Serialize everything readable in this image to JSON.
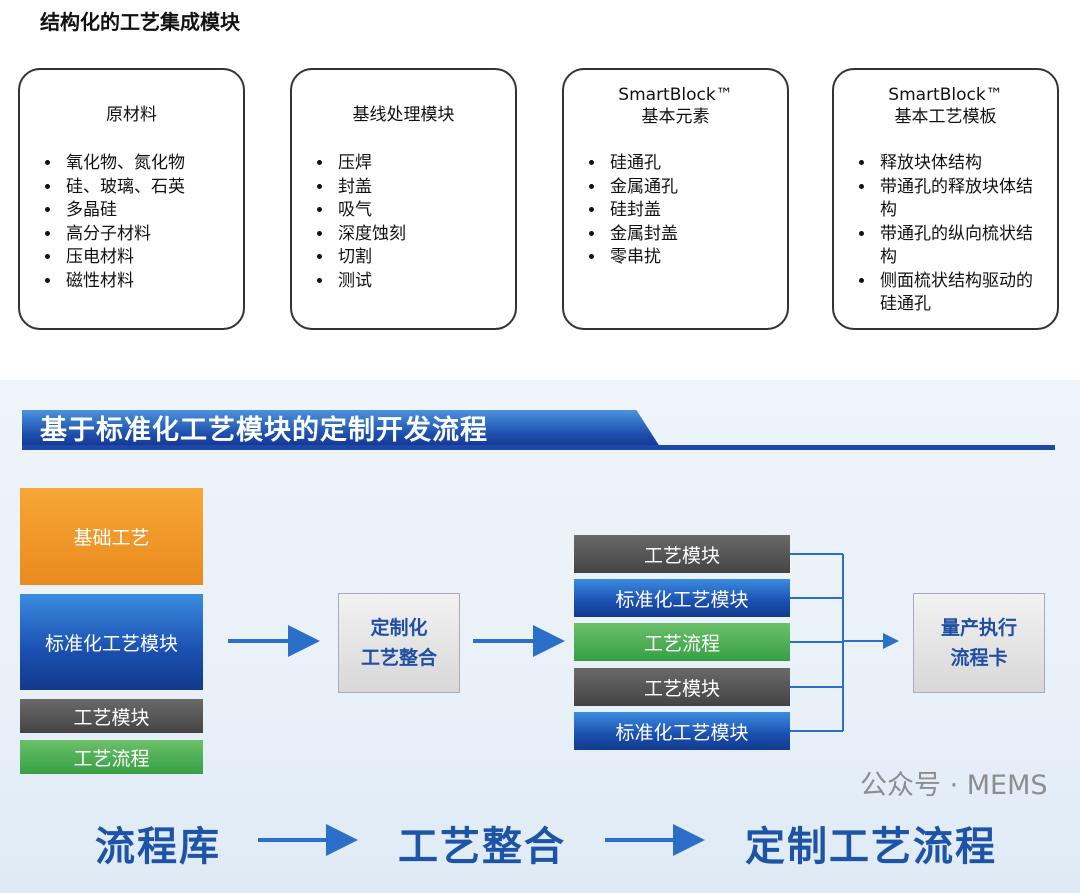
{
  "title": "结构化的工艺集成模块",
  "cards": [
    {
      "heading": [
        "原材料"
      ],
      "items": [
        "氧化物、氮化物",
        "硅、玻璃、石英",
        "多晶硅",
        "高分子材料",
        "压电材料",
        "磁性材料"
      ]
    },
    {
      "heading": [
        "基线处理模块"
      ],
      "items": [
        "压焊",
        "封盖",
        "吸气",
        "深度蚀刻",
        "切割",
        "测试"
      ]
    },
    {
      "heading": [
        "SmartBlock™",
        "基本元素"
      ],
      "items": [
        "硅通孔",
        "金属通孔",
        "硅封盖",
        "金属封盖",
        "零串扰"
      ]
    },
    {
      "heading": [
        "SmartBlock™",
        "基本工艺模板"
      ],
      "items": [
        "释放块体结构",
        "带通孔的释放块体结构",
        "带通孔的纵向梳状结构",
        "侧面梳状结构驱动的硅通孔"
      ]
    }
  ],
  "banner": "基于标准化工艺模块的定制开发流程",
  "left_stack": [
    "基础工艺",
    "标准化工艺模块",
    "工艺模块",
    "工艺流程"
  ],
  "middle_box": [
    "定制化",
    "工艺整合"
  ],
  "right_stack": [
    "工艺模块",
    "标准化工艺模块",
    "工艺流程",
    "工艺模块",
    "标准化工艺模块"
  ],
  "final_box": [
    "量产执行",
    "流程卡"
  ],
  "bottom_flow": [
    "流程库",
    "工艺整合",
    "定制工艺流程"
  ],
  "watermark": "公众号 · MEMS",
  "colors": {
    "orange": "#f09a2a",
    "blue": "#1a4fb0",
    "gray": "#555555",
    "green": "#4cae55",
    "text_blue": "#1d54a6"
  }
}
